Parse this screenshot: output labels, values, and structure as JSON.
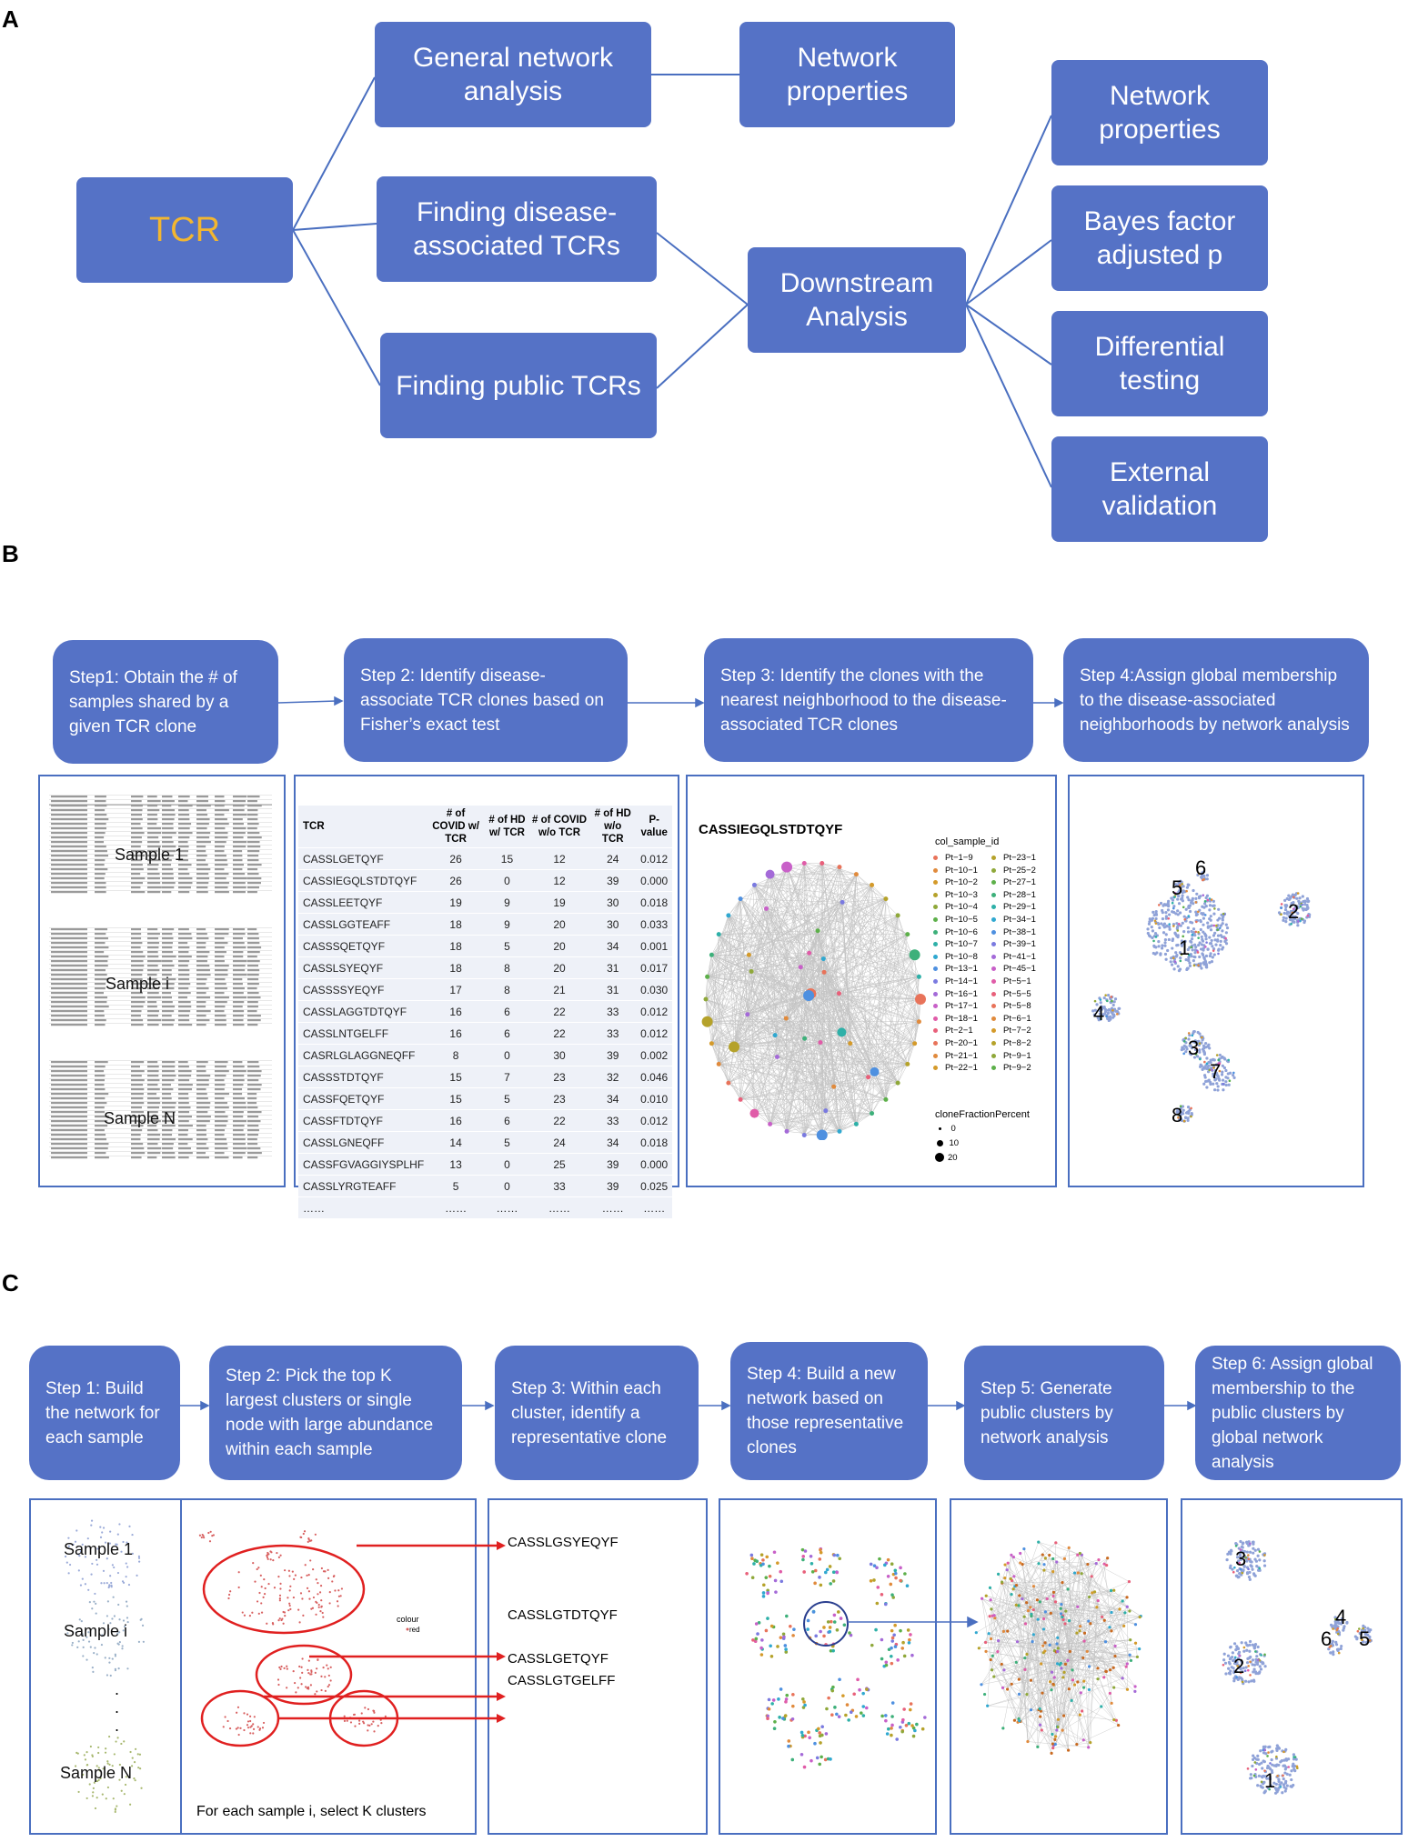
{
  "panels": {
    "a": "A",
    "b": "B",
    "c": "C"
  },
  "panel_a": {
    "tcr": "TCR",
    "general": "General network analysis",
    "network_props_1": "Network properties",
    "disease": "Finding disease-associated TCRs",
    "public": "Finding public TCRs",
    "downstream": "Downstream Analysis",
    "network_props_2": "Network properties",
    "bayes": "Bayes factor adjusted p",
    "differential": "Differential testing",
    "external": "External validation"
  },
  "panel_b": {
    "steps": [
      "Step1: Obtain the # of samples shared by a given TCR clone",
      "Step 2: Identify disease-associate TCR clones based on Fisher’s exact test",
      "Step 3: Identify the clones with the nearest neighborhood to the disease-associated TCR clones",
      "Step 4:Assign global membership to the disease-associated neighborhoods by network analysis"
    ],
    "samples": [
      "Sample 1",
      "Sample i",
      "Sample N"
    ],
    "table": {
      "headers": [
        "TCR",
        "# of COVID w/ TCR",
        "# of HD w/ TCR",
        "# of COVID w/o TCR",
        "# of HD w/o TCR",
        "P-value"
      ],
      "rows": [
        [
          "CASSLGETQYF",
          "26",
          "15",
          "12",
          "24",
          "0.012"
        ],
        [
          "CASSIEGQLSTDTQYF",
          "26",
          "0",
          "12",
          "39",
          "0.000"
        ],
        [
          "CASSLEETQYF",
          "19",
          "9",
          "19",
          "30",
          "0.018"
        ],
        [
          "CASSLGGTEAFF",
          "18",
          "9",
          "20",
          "30",
          "0.033"
        ],
        [
          "CASSSQETQYF",
          "18",
          "5",
          "20",
          "34",
          "0.001"
        ],
        [
          "CASSLSYEQYF",
          "18",
          "8",
          "20",
          "31",
          "0.017"
        ],
        [
          "CASSSSYEQYF",
          "17",
          "8",
          "21",
          "31",
          "0.030"
        ],
        [
          "CASSLAGGTDTQYF",
          "16",
          "6",
          "22",
          "33",
          "0.012"
        ],
        [
          "CASSLNTGELFF",
          "16",
          "6",
          "22",
          "33",
          "0.012"
        ],
        [
          "CASRLGLAGGNEQFF",
          "8",
          "0",
          "30",
          "39",
          "0.002"
        ],
        [
          "CASSSTDTQYF",
          "15",
          "7",
          "23",
          "32",
          "0.046"
        ],
        [
          "CASSFQETQYF",
          "15",
          "5",
          "23",
          "34",
          "0.010"
        ],
        [
          "CASSFTDTQYF",
          "16",
          "6",
          "22",
          "33",
          "0.012"
        ],
        [
          "CASSLGNEQFF",
          "14",
          "5",
          "24",
          "34",
          "0.018"
        ],
        [
          "CASSFGVAGGIYSPLHF",
          "13",
          "0",
          "25",
          "39",
          "0.000"
        ],
        [
          "CASSLYRGTEAFF",
          "5",
          "0",
          "33",
          "39",
          "0.025"
        ],
        [
          "……",
          "……",
          "……",
          "……",
          "……",
          "……"
        ]
      ]
    },
    "network_title": "CASSIEGQLSTDTQYF",
    "legend_title": "col_sample_id",
    "legend_col1": [
      "Pt−1−9",
      "Pt−10−1",
      "Pt−10−2",
      "Pt−10−3",
      "Pt−10−4",
      "Pt−10−5",
      "Pt−10−6",
      "Pt−10−7",
      "Pt−10−8",
      "Pt−13−1",
      "Pt−14−1",
      "Pt−16−1",
      "Pt−17−1",
      "Pt−18−1",
      "Pt−2−1",
      "Pt−20−1",
      "Pt−21−1",
      "Pt−22−1"
    ],
    "legend_col2": [
      "Pt−23−1",
      "Pt−25−2",
      "Pt−27−1",
      "Pt−28−1",
      "Pt−29−1",
      "Pt−34−1",
      "Pt−38−1",
      "Pt−39−1",
      "Pt−41−1",
      "Pt−45−1",
      "Pt−5−1",
      "Pt−5−5",
      "Pt−5−8",
      "Pt−6−1",
      "Pt−7−2",
      "Pt−8−2",
      "Pt−9−1",
      "Pt−9−2"
    ],
    "size_title": "cloneFractionPercent",
    "size_values": [
      "0",
      "10",
      "20"
    ],
    "clusters": [
      "1",
      "2",
      "3",
      "4",
      "5",
      "6",
      "7",
      "8"
    ]
  },
  "panel_c": {
    "steps": [
      "Step 1: Build the network for each sample",
      "Step 2: Pick the top K largest clusters or single node with large abundance within each sample",
      "Step 3: Within each cluster, identify a representative clone",
      "Step 4: Build a new network based on those representative clones",
      "Step 5: Generate public clusters by network analysis",
      "Step 6: Assign global membership to the public clusters by global network analysis"
    ],
    "samples": [
      "Sample 1",
      "Sample i",
      "Sample N"
    ],
    "dots": ".\n.\n.",
    "colour_title": "colour",
    "colour_item": "red",
    "caption": "For each sample i, select K clusters",
    "clones": [
      "CASSLGSYEQYF",
      "CASSLGTDTQYF",
      "CASSLGETQYF",
      "CASSLGTGELFF"
    ],
    "clusters": [
      "1",
      "2",
      "3",
      "4",
      "5",
      "6"
    ]
  },
  "colors": {
    "box": "#5572C6",
    "tcr_text": "#F2B630",
    "frame": "#4A6FC0",
    "arrow_red": "#E02020",
    "node_blue": "#8FA2D8"
  }
}
